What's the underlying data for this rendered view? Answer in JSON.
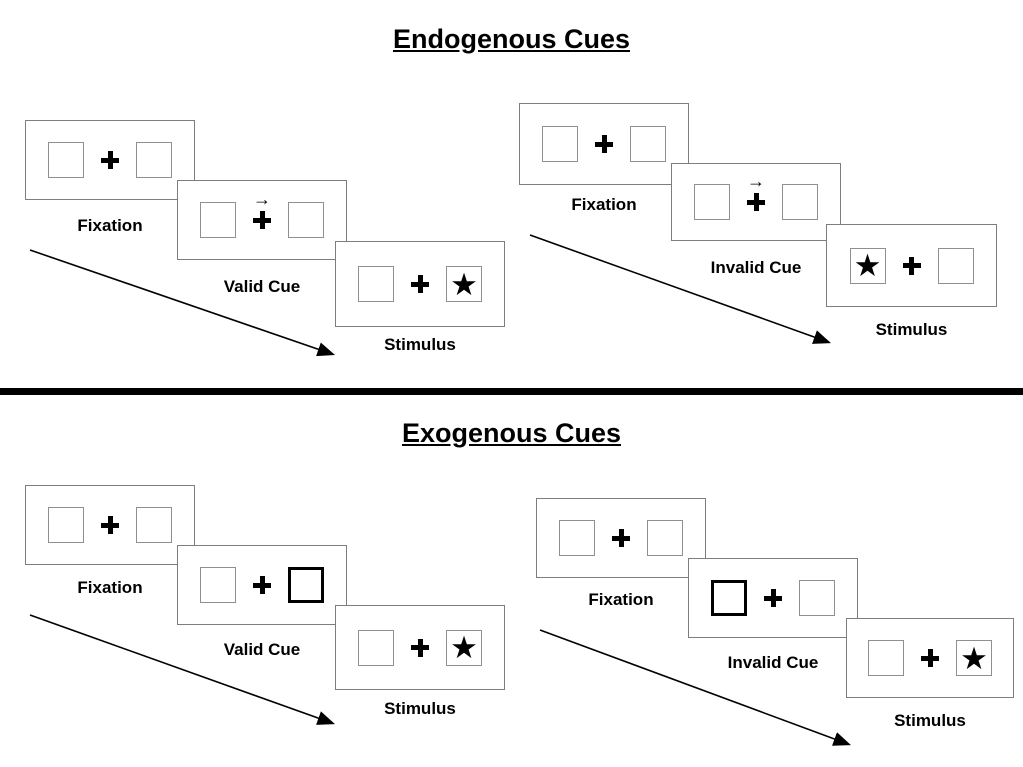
{
  "endogenous": {
    "title": "Endogenous Cues",
    "valid": {
      "fixation": "Fixation",
      "cue": "Valid Cue",
      "stimulus": "Stimulus"
    },
    "invalid": {
      "fixation": "Fixation",
      "cue": "Invalid Cue",
      "stimulus": "Stimulus"
    }
  },
  "exogenous": {
    "title": "Exogenous Cues",
    "valid": {
      "fixation": "Fixation",
      "cue": "Valid Cue",
      "stimulus": "Stimulus"
    },
    "invalid": {
      "fixation": "Fixation",
      "cue": "Invalid Cue",
      "stimulus": "Stimulus"
    }
  },
  "symbols": {
    "star": "★",
    "cue_arrow": "→"
  },
  "colors": {
    "ink": "#000000",
    "panel_border": "#7d7d7d",
    "square_border": "#8f8f8f"
  }
}
